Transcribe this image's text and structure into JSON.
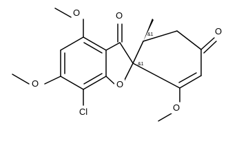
{
  "structure": {
    "atoms": {
      "o_top_left_methoxy": "O",
      "o_ketone_mid": "O",
      "o_ketone_right": "O",
      "o_left_methoxy": "O",
      "o_ring": "O",
      "cl": "Cl",
      "o_bottom_methoxy": "O"
    },
    "stereo_labels": {
      "label_1": "&1",
      "label_2": "&1"
    }
  }
}
